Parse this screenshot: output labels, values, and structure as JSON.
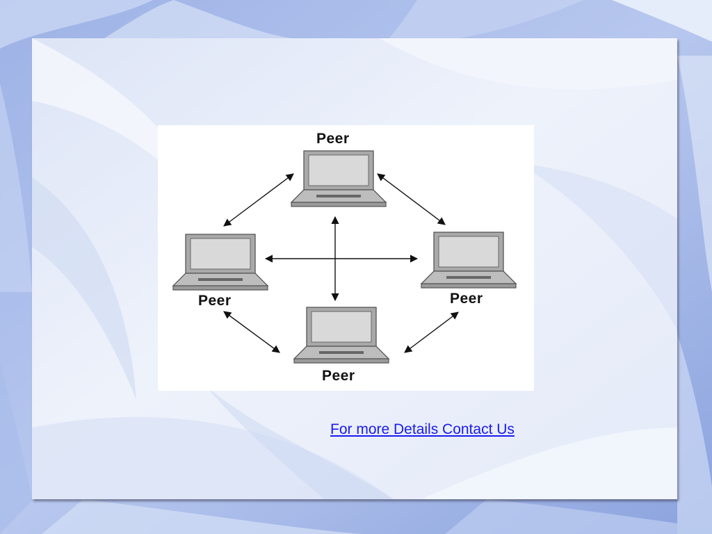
{
  "diagram": {
    "nodes": [
      {
        "id": "top",
        "label": "Peer"
      },
      {
        "id": "left",
        "label": "Peer"
      },
      {
        "id": "right",
        "label": "Peer"
      },
      {
        "id": "bottom",
        "label": "Peer"
      }
    ],
    "edges": [
      {
        "from": "top",
        "to": "left",
        "direction": "both"
      },
      {
        "from": "top",
        "to": "right",
        "direction": "both"
      },
      {
        "from": "left",
        "to": "bottom",
        "direction": "both"
      },
      {
        "from": "right",
        "to": "bottom",
        "direction": "both"
      },
      {
        "from": "left",
        "to": "right",
        "direction": "both"
      },
      {
        "from": "top",
        "to": "bottom",
        "direction": "both"
      }
    ],
    "node_icon": "laptop-icon"
  },
  "footer": {
    "contact_link": "For more Details Contact Us"
  },
  "colors": {
    "link": "#1a1aee",
    "background": "#8ea7e0",
    "panel": "#e9eef9"
  }
}
